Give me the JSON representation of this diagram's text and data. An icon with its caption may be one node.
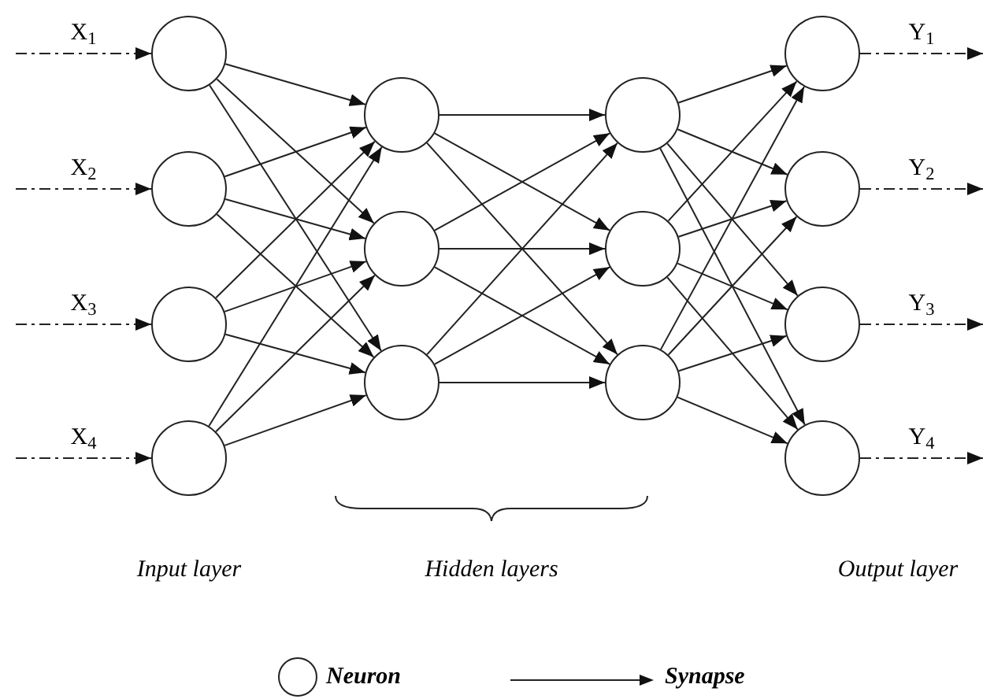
{
  "diagram": {
    "nodes": [
      {
        "text": [],
        "shape": "circle"
      },
      {
        "text": [],
        "shape": "circle"
      },
      {
        "text": [],
        "shape": "circle"
      },
      {
        "text": [],
        "shape": "circle"
      },
      {
        "text": [],
        "shape": "circle"
      },
      {
        "text": [],
        "shape": "circle"
      },
      {
        "text": [],
        "shape": "circle"
      },
      {
        "text": [],
        "shape": "circle"
      },
      {
        "text": [],
        "shape": "circle"
      },
      {
        "text": [],
        "shape": "circle"
      },
      {
        "text": [],
        "shape": "circle"
      },
      {
        "text": [],
        "shape": "circle"
      },
      {
        "text": [],
        "shape": "circle"
      },
      {
        "text": [],
        "shape": "circle"
      }
    ],
    "edges": [
      {
        "from": null,
        "to": 0,
        "arrow": "to",
        "label": "X$_{1}$",
        "style": "dashed"
      },
      {
        "from": null,
        "to": 1,
        "arrow": "to",
        "label": "X$_{2}$",
        "style": "dashed"
      },
      {
        "from": null,
        "to": 2,
        "arrow": "to",
        "label": "X$_{3}$",
        "style": "dashed"
      },
      {
        "from": null,
        "to": 3,
        "arrow": "to",
        "label": "X$_{4}$",
        "style": "dashed"
      },
      {
        "from": 0,
        "to": 4,
        "arrow": "to"
      },
      {
        "from": 0,
        "to": 5,
        "arrow": "to"
      },
      {
        "from": 0,
        "to": 6,
        "arrow": "to"
      },
      {
        "from": 1,
        "to": 4,
        "arrow": "to"
      },
      {
        "from": 1,
        "to": 5,
        "arrow": "to"
      },
      {
        "from": 1,
        "to": 6,
        "arrow": "to"
      },
      {
        "from": 2,
        "to": 4,
        "arrow": "to"
      },
      {
        "from": 2,
        "to": 5,
        "arrow": "to"
      },
      {
        "from": 2,
        "to": 6,
        "arrow": "to"
      },
      {
        "from": 3,
        "to": 4,
        "arrow": "to"
      },
      {
        "from": 3,
        "to": 5,
        "arrow": "to"
      },
      {
        "from": 3,
        "to": 6,
        "arrow": "to"
      },
      {
        "from": 4,
        "to": 7,
        "arrow": "to"
      },
      {
        "from": 4,
        "to": 8,
        "arrow": "to"
      },
      {
        "from": 4,
        "to": 9,
        "arrow": "to"
      },
      {
        "from": 5,
        "to": 7,
        "arrow": "to"
      },
      {
        "from": 5,
        "to": 8,
        "arrow": "to"
      },
      {
        "from": 5,
        "to": 9,
        "arrow": "to"
      },
      {
        "from": 6,
        "to": 7,
        "arrow": "to"
      },
      {
        "from": 6,
        "to": 8,
        "arrow": "to"
      },
      {
        "from": 6,
        "to": 9,
        "arrow": "to"
      },
      {
        "from": 7,
        "to": 10,
        "arrow": "to"
      },
      {
        "from": 7,
        "to": 11,
        "arrow": "to"
      },
      {
        "from": 7,
        "to": 12,
        "arrow": "to"
      },
      {
        "from": 7,
        "to": 13,
        "arrow": "to"
      },
      {
        "from": 8,
        "to": 10,
        "arrow": "to"
      },
      {
        "from": 8,
        "to": 11,
        "arrow": "to"
      },
      {
        "from": 8,
        "to": 12,
        "arrow": "to"
      },
      {
        "from": 8,
        "to": 13,
        "arrow": "to"
      },
      {
        "from": 9,
        "to": 10,
        "arrow": "to"
      },
      {
        "from": 9,
        "to": 11,
        "arrow": "to"
      },
      {
        "from": 9,
        "to": 12,
        "arrow": "to"
      },
      {
        "from": 9,
        "to": 13,
        "arrow": "to"
      },
      {
        "from": 10,
        "to": null,
        "arrow": "to",
        "label": "Y$_{1}$",
        "style": "dashed"
      },
      {
        "from": 11,
        "to": null,
        "arrow": "to",
        "label": "Y$_{2}$",
        "style": "dashed"
      },
      {
        "from": 12,
        "to": null,
        "arrow": "to",
        "label": "Y$_{3}$",
        "style": "dashed"
      },
      {
        "from": 13,
        "to": null,
        "arrow": "to",
        "label": "Y$_{4}$",
        "style": "dashed"
      }
    ],
    "labels": [
      "Input layer",
      "Hidden layers",
      "Output layer"
    ],
    "legend": [
      {
        "text": "Neuron"
      },
      {
        "text": "Synapse"
      }
    ]
  }
}
